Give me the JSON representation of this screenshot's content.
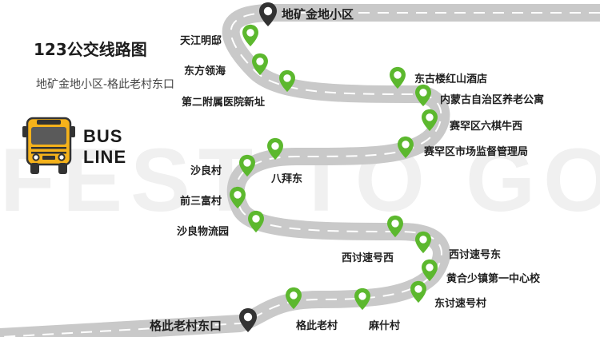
{
  "page": {
    "title": "123公交线路图",
    "subtitle": "地矿金地小区-格此老村东口",
    "watermark": "FEST TO GO",
    "bus_label_line1": "BUS",
    "bus_label_line2": "LINE"
  },
  "route": {
    "start_stop": "地矿金地小区",
    "end_stop": "格此老村东口",
    "stops": [
      "天江明邸",
      "东方领海",
      "第二附属医院新址",
      "东古楼红山酒店",
      "内蒙古自治区养老公寓",
      "赛罕区六棋牛西",
      "赛罕区市场监督管理局",
      "八拜东",
      "沙良村",
      "前三富村",
      "沙良物流园",
      "西讨速号西",
      "西讨速号东",
      "黄合少镇第一中心校",
      "东讨速号村",
      "麻什村",
      "格此老村"
    ]
  },
  "colors": {
    "road": "#c9c9c9",
    "road_dash": "#ffffff",
    "pin_green": "#5cb82e",
    "pin_dark": "#333333",
    "bus_yellow": "#f5b21b"
  },
  "icons": {
    "stop_marker": "map-pin-icon",
    "terminal_marker": "map-pin-icon",
    "bus": "school-bus-icon"
  }
}
